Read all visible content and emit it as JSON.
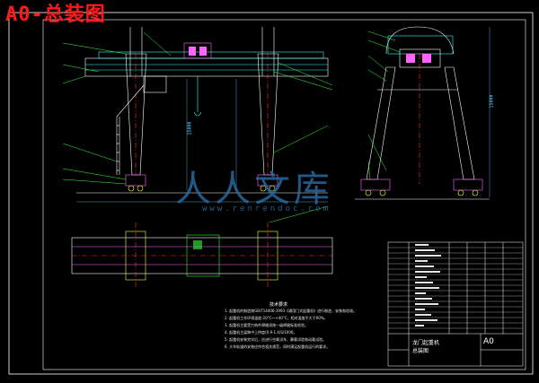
{
  "title": "A0-总装图",
  "watermark": {
    "text": "人人文库",
    "url": "www.renrendoc.com"
  },
  "notes": {
    "heading": "技术要求",
    "items": [
      "1. 起重机的制造按GB/T14406-1993《通用门式起重机》进行制造、安装和验收。",
      "2. 起重机工作环境温度-20°C～+40°C，相对湿度不大于90%。",
      "3. 起重机主要受力构件焊缝须按一级焊缝标准检验。",
      "4. 起重机主梁跨中上拱度(0.9-1.4)S/1000。",
      "5. 起重机安装完毕后，应进行空载试车、静载试验和动载试验。",
      "6. 大车轨道的安装应符合相关规范，同时满足起重机运行的要求。"
    ]
  },
  "title_block": {
    "code": "A0",
    "name_line1": "龙门起重机",
    "name_line2": "总装图"
  },
  "dims": {
    "height_front": "15000",
    "height_side": "15000"
  },
  "colors": {
    "line": "#ffffff",
    "leader": "#33ff33",
    "cyan": "#33ffff",
    "red": "#ff3333",
    "magenta": "#ff66ff",
    "yellow": "#ffff33"
  }
}
